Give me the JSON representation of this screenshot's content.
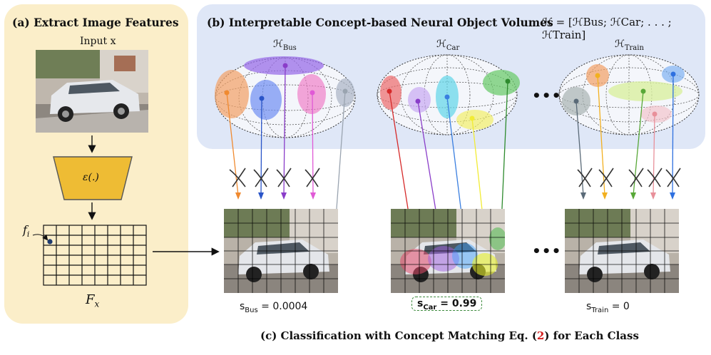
{
  "panel_a": {
    "title": "(a) Extract Image Features",
    "input_label": "Input x",
    "encoder_label": "ε(.)",
    "feature_point_label": "f",
    "feature_point_sub": "i",
    "feature_map_label": "F",
    "feature_map_sub": "x"
  },
  "panel_b": {
    "title": "(b) Interpretable Concept-based Neural Object Volumes",
    "formula": "ℋ = [ℋBus; ℋCar; . . . ; ℋTrain]",
    "volumes": [
      {
        "letter": "ℋ",
        "sub": "Bus"
      },
      {
        "letter": "ℋ",
        "sub": "Car"
      },
      {
        "letter": "ℋ",
        "sub": "Train"
      }
    ],
    "ellipsis": "•••"
  },
  "panel_c": {
    "caption_prefix": "(c) Classification with Concept Matching Eq. (",
    "caption_ref": "2",
    "caption_suffix": ") for Each Class",
    "ellipsis": "•••",
    "scores": [
      {
        "s": "s",
        "sub": "Bus",
        "value": "= 0.0004"
      },
      {
        "s": "s",
        "sub": "Car",
        "value": "= 0.99"
      },
      {
        "s": "s",
        "sub": "Train",
        "value": "= 0"
      }
    ]
  },
  "colors": {
    "panel_a_bg": "#fbeec9",
    "panel_b_bg": "#dfe7f7",
    "encoder_fill": "#eebc34",
    "highlight_box": "#3c8a3c",
    "ref_red": "#d42020",
    "matched_arrow_colors": [
      "#d62a2a",
      "#8a3dc9",
      "#3a7fe0",
      "#f2ec35",
      "#2e8b2e"
    ],
    "bus_arrow_colors": [
      "#f08a30",
      "#2a55c8",
      "#8a3dc9",
      "#e05ad6",
      "#9aa4b0"
    ],
    "train_arrow_colors": [
      "#5a6a78",
      "#f2b020",
      "#58a838",
      "#e8909a",
      "#2e70e0"
    ]
  },
  "icons": [
    "down-arrow-icon",
    "right-arrow-icon",
    "cross-mark-icon",
    "dot-icon"
  ]
}
